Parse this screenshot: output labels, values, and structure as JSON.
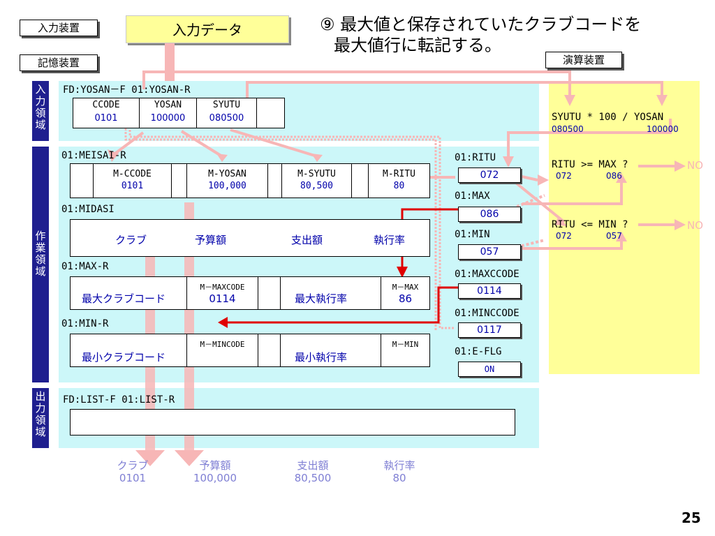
{
  "devices": {
    "input": "入力装置",
    "storage": "記憶装置",
    "calc": "演算装置"
  },
  "input_data_label": "入力データ",
  "title": {
    "line1": "⑨ 最大値と保存されていたクラブコードを",
    "line2": "最大値行に転記する。"
  },
  "sections": {
    "input": "入力領域",
    "work": "作業領域",
    "output": "出力領域"
  },
  "input_rec": {
    "header": "FD:YOSAN－F  01:YOSAN-R",
    "fields": [
      {
        "name": "CCODE",
        "value": "0101"
      },
      {
        "name": "YOSAN",
        "value": "100000"
      },
      {
        "name": "SYUTU",
        "value": "080500"
      }
    ]
  },
  "meisai": {
    "header": "01:MEISAI-R",
    "fields": [
      {
        "name": "M-CCODE",
        "value": "0101"
      },
      {
        "name": "M-YOSAN",
        "value": "100,000"
      },
      {
        "name": "M-SYUTU",
        "value": "80,500"
      },
      {
        "name": "M-RITU",
        "value": "80"
      }
    ]
  },
  "midasi": {
    "header": "01:MIDASI",
    "cols": [
      "クラブ",
      "予算額",
      "支出額",
      "執行率"
    ]
  },
  "maxr": {
    "header": "01:MAX-R",
    "label1": "最大クラブコード",
    "code_name": "M－MAXCODE",
    "code_value": "0114",
    "label2": "最大執行率",
    "max_name": "M－MAX",
    "max_value": "86"
  },
  "minr": {
    "header": "01:MIN-R",
    "label1": "最小クラブコード",
    "code_name": "M－MINCODE",
    "label2": "最小執行率",
    "min_name": "M－MIN"
  },
  "vars": [
    {
      "name": "01:RITU",
      "value": "072"
    },
    {
      "name": "01:MAX",
      "value": "086"
    },
    {
      "name": "01:MIN",
      "value": "057"
    },
    {
      "name": "01:MAXCCODE",
      "value": "0114"
    },
    {
      "name": "01:MINCCODE",
      "value": "0117"
    },
    {
      "name": "01:E-FLG",
      "value": "ON"
    }
  ],
  "calc": {
    "formula": "SYUTU * 100 / YOSAN",
    "f_left": "080500",
    "f_right": "100000",
    "cmp1": "RITU >= MAX ?",
    "cmp1_a": "072",
    "cmp1_b": "086",
    "cmp2": "RITU <= MIN ?",
    "cmp2_a": "072",
    "cmp2_b": "057",
    "no": "NO"
  },
  "output": {
    "header": "FD:LIST-F  01:LIST-R"
  },
  "outrow": [
    {
      "label": "クラブ",
      "value": "0101"
    },
    {
      "label": "予算額",
      "value": "100,000"
    },
    {
      "label": "支出額",
      "value": "80,500"
    },
    {
      "label": "執行率",
      "value": "80"
    }
  ],
  "page_number": "25",
  "colors": {
    "cyan": "#ccf7f9",
    "yellow": "#ffff99",
    "navy": "#1f1f8f",
    "pink": "#f7b6b6",
    "red": "#e00000",
    "blue": "#0000aa"
  }
}
